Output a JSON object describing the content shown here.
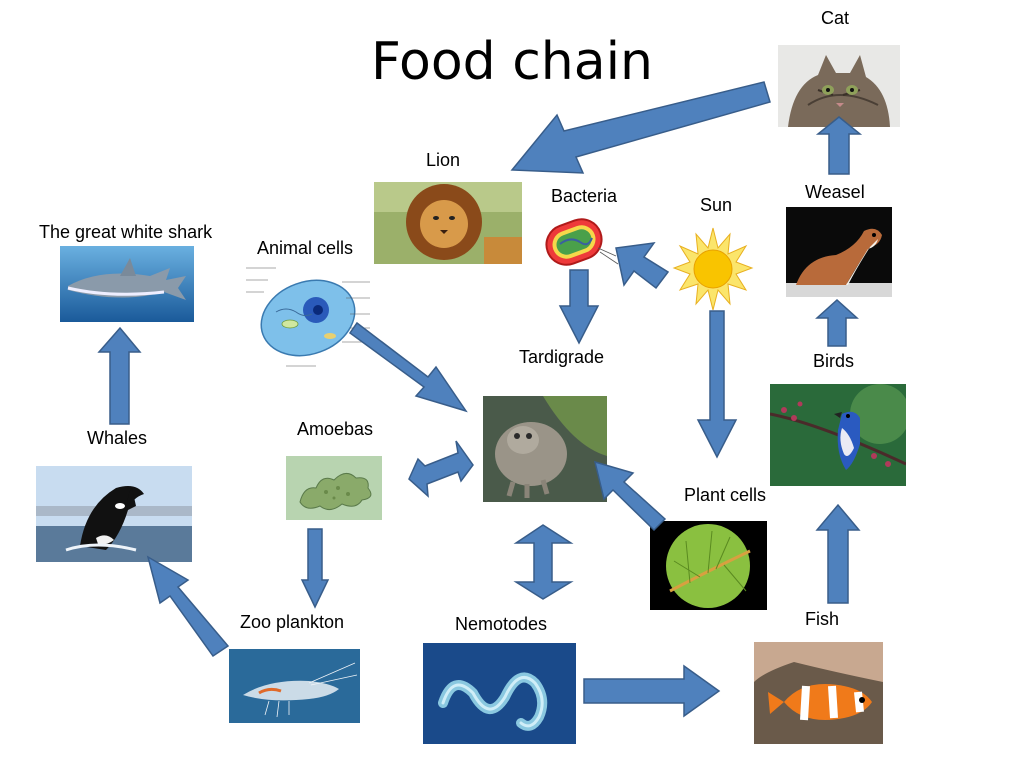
{
  "title": "Food chain",
  "labels": {
    "cat": "Cat",
    "lion": "Lion",
    "bacteria": "Bacteria",
    "sun": "Sun",
    "weasel": "Weasel",
    "shark": "The great white shark",
    "animal_cells": "Animal cells",
    "tardigrade": "Tardigrade",
    "birds": "Birds",
    "whales": "Whales",
    "amoebas": "Amoebas",
    "plant_cells": "Plant cells",
    "zoo_plankton": "Zoo plankton",
    "nemotodes": "Nemotodes",
    "fish": "Fish"
  },
  "colors": {
    "arrow_fill": "#4f81bd",
    "arrow_stroke": "#385d8a"
  },
  "icons": [
    "cat-photo",
    "lion-photo",
    "bacteria-illustration",
    "sun-icon",
    "weasel-photo",
    "shark-photo",
    "animal-cell-diagram",
    "tardigrade-photo",
    "bird-photo",
    "whale-photo",
    "amoeba-photo",
    "plant-cell-photo",
    "zooplankton-photo",
    "nematode-photo",
    "clownfish-photo"
  ]
}
